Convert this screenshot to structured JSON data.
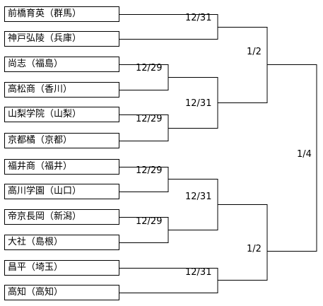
{
  "teams": [
    "前橋育英（群馬）",
    "神戸弘陵（兵庫）",
    "尚志（福島）",
    "高松商（香川）",
    "山梨学院（山梨）",
    "京都橘（京都）",
    "福井商（福井）",
    "高川学園（山口）",
    "帝京長岡（新潟）",
    "大社（島根）",
    "昌平（埼玉）",
    "高知（高知）"
  ],
  "dates": {
    "r1_a": "12/29",
    "r1_b": "12/29",
    "r1_c": "12/29",
    "r1_d": "12/29",
    "r2_a": "12/31",
    "r2_b": "12/31",
    "r2_c": "12/31",
    "r2_d": "12/31",
    "qf_top": "1/2",
    "qf_bottom": "1/2",
    "sf": "1/4"
  }
}
